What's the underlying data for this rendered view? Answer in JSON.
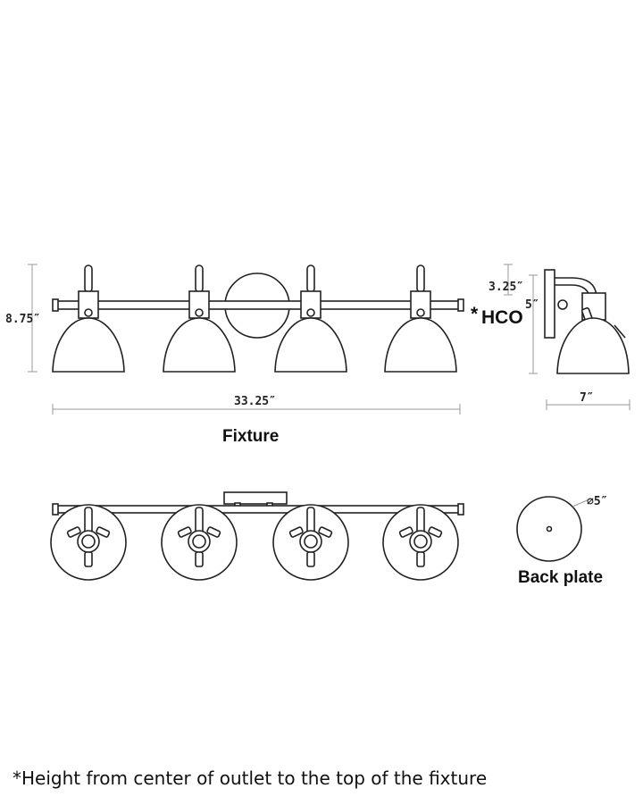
{
  "labels": {
    "height_dim": "8.75″",
    "width_dim": "33.25″",
    "fixture": "Fixture",
    "side_top_dim": "3.25″",
    "side_hco_dim": "5″",
    "hco": "HCO",
    "hco_star": "*",
    "depth_dim": "7″",
    "backplate_dim": "⌀5″",
    "backplate": "Back plate",
    "footnote": "*Height from center of outlet to the top of the fixture"
  },
  "colors": {
    "line": "#222222",
    "dimension": "#999999",
    "background": "#ffffff"
  }
}
